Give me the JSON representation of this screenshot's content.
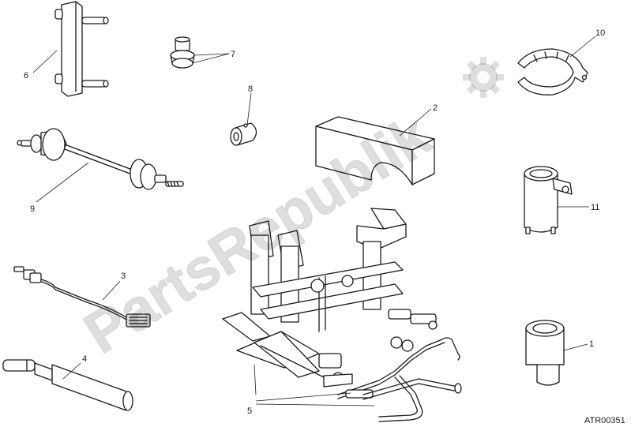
{
  "callouts": [
    {
      "id": "1",
      "label": "1"
    },
    {
      "id": "2",
      "label": "2"
    },
    {
      "id": "3",
      "label": "3"
    },
    {
      "id": "4",
      "label": "4"
    },
    {
      "id": "5",
      "label": "5"
    },
    {
      "id": "6",
      "label": "6"
    },
    {
      "id": "7",
      "label": "7"
    },
    {
      "id": "8",
      "label": "8"
    },
    {
      "id": "9",
      "label": "9"
    },
    {
      "id": "10",
      "label": "10"
    },
    {
      "id": "11",
      "label": "11"
    }
  ],
  "diagram_code": "ATR00351",
  "watermark": {
    "text": "PartsRepublik",
    "icon": "gear-icon",
    "color": "#000000"
  },
  "colors": {
    "line": "#1a1a1a",
    "background": "#ffffff"
  }
}
